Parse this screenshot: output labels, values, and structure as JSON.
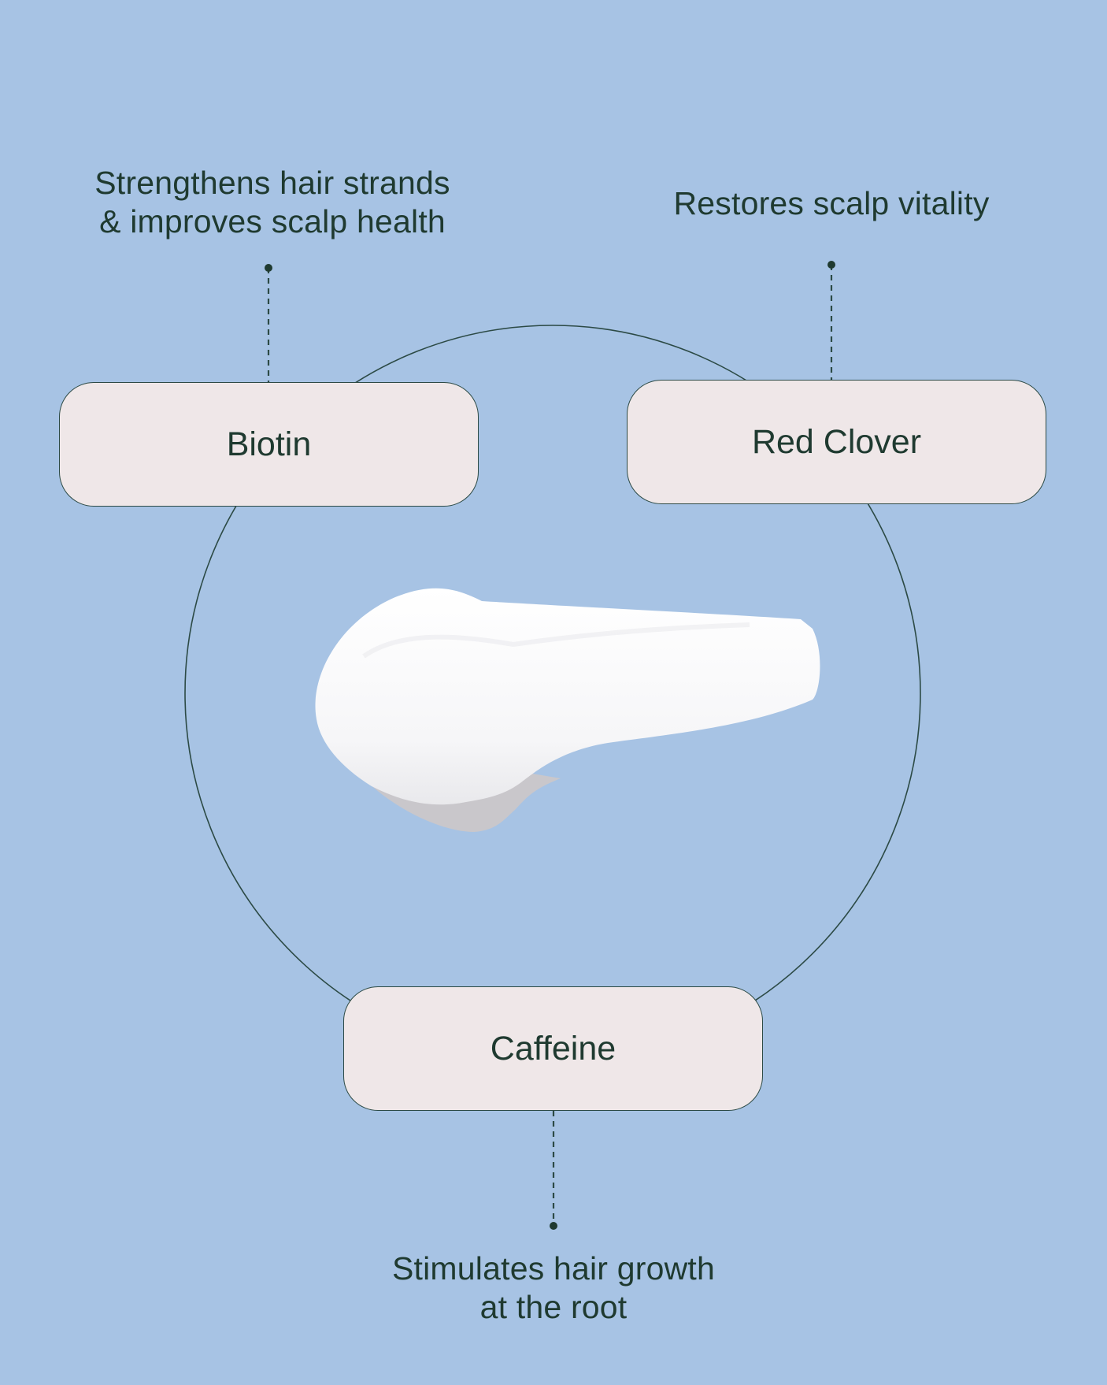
{
  "colors": {
    "background": "#a7c3e4",
    "pill_fill": "#efe7e8",
    "stroke": "#2c4a45",
    "text": "#1f3a30"
  },
  "ingredients": [
    {
      "name": "Biotin",
      "benefit_lines": [
        "Strengthens hair strands",
        "& improves scalp health"
      ]
    },
    {
      "name": "Red Clover",
      "benefit_lines": [
        "Restores scalp vitality"
      ]
    },
    {
      "name": "Caffeine",
      "benefit_lines": [
        "Stimulates hair growth",
        "at the root"
      ]
    }
  ],
  "center_image": "cream-swatch"
}
